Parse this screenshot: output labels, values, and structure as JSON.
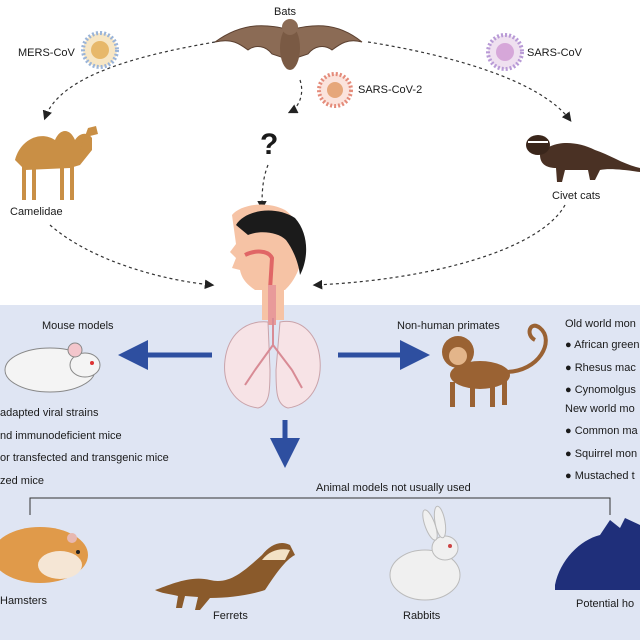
{
  "top": {
    "bats": "Bats",
    "mers": "MERS-CoV",
    "sars": "SARS-CoV",
    "sars2": "SARS-CoV-2",
    "question": "?",
    "camelidae": "Camelidae",
    "civet": "Civet cats"
  },
  "bottom": {
    "mouse_title": "Mouse models",
    "mouse_items": [
      "adapted viral strains",
      "nd immunodeficient mice",
      "or transfected and transgenic mice",
      "zed mice"
    ],
    "primate_title": "Non-human primates",
    "old_world_title": "Old world mon",
    "old_world_items": [
      "● African green",
      "● Rhesus mac",
      "● Cynomolgus"
    ],
    "new_world_title": "New world mo",
    "new_world_items": [
      "● Common ma",
      "● Squirrel mon",
      "● Mustached t"
    ],
    "not_used_title": "Animal models not usually used",
    "hamsters": "Hamsters",
    "ferrets": "Ferrets",
    "rabbits": "Rabbits",
    "potential": "Potential ho"
  },
  "colors": {
    "panel_bg": "#dfe5f3",
    "arrow_blue": "#2e4fa0",
    "mouse_body": "#f4f4f4",
    "hamster": "#e09a4a",
    "ferret": "#8a5a2b",
    "monkey": "#9a6233",
    "potential_host": "#1f2f7a"
  }
}
